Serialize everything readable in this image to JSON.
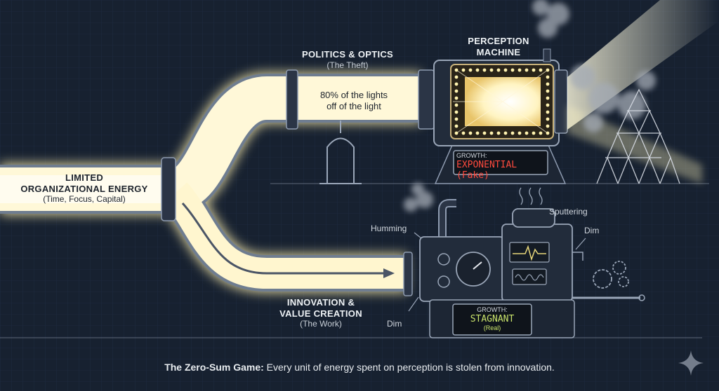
{
  "source": {
    "title": "LIMITED",
    "title2": "ORGANIZATIONAL ENERGY",
    "subtitle": "(Time, Focus, Capital)"
  },
  "politics": {
    "title": "POLITICS & OPTICS",
    "subtitle": "(The Theft)",
    "pipe_text_1": "80% of the lights",
    "pipe_text_2": "off of the light"
  },
  "perception_machine": {
    "title1": "PERCEPTION",
    "title2": "MACHINE",
    "growth_label": "GROWTH:",
    "growth_value": "EXPONENTIAL (Fake)"
  },
  "innovation": {
    "title1": "INNOVATION &",
    "title2": "VALUE CREATION",
    "subtitle": "(The Work)"
  },
  "work_machine": {
    "growth_label": "GROWTH:",
    "growth_value": "STAGNANT",
    "growth_note": "(Real)",
    "notes": {
      "humming": "Humming",
      "sputtering": "Sputtering",
      "dim_right": "Dim",
      "dim_left": "Dim"
    }
  },
  "footer": {
    "bold": "The Zero-Sum Game:",
    "text": " Every unit of energy spent on perception is stolen from innovation."
  },
  "colors": {
    "background": "#172130",
    "energy_glow": "#fff6c8",
    "fake_display": "#ff4a3d",
    "real_display": "#c9e36b"
  }
}
